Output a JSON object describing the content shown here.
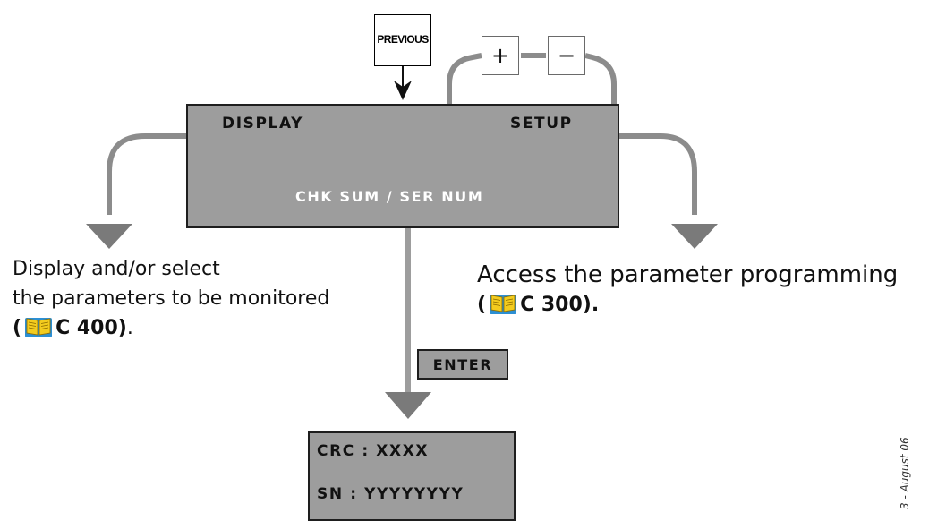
{
  "keys": {
    "previous": "PREVIOUS",
    "plus": "+",
    "minus": "−",
    "enter": "ENTER"
  },
  "display": {
    "left": "DISPLAY",
    "right": "SETUP",
    "bottom": "CHK SUM / SER NUM"
  },
  "result": {
    "line1": "CRC : XXXX",
    "line2": "SN : YYYYYYYY"
  },
  "left_desc": {
    "line1": "Display and/or select",
    "line2": "the parameters to be monitored",
    "ref_open": "(",
    "ref_text": "C 400)",
    "ref_end": "."
  },
  "right_desc": {
    "line1": "Access the parameter programming",
    "ref_open": "(",
    "ref_text": "C 300)."
  },
  "footer": "3 - August 06",
  "colors": {
    "panel": "#9d9d9d",
    "connector": "#8c8c8c",
    "arrow": "#7a7a7a",
    "text_light": "#ffffff",
    "text_dark": "#111111",
    "book_blue": "#2c8fd3",
    "book_yellow": "#f3cc1e"
  },
  "icons": {
    "reference": "manual-book-icon",
    "previous_arrow": "arrow-down-icon"
  }
}
